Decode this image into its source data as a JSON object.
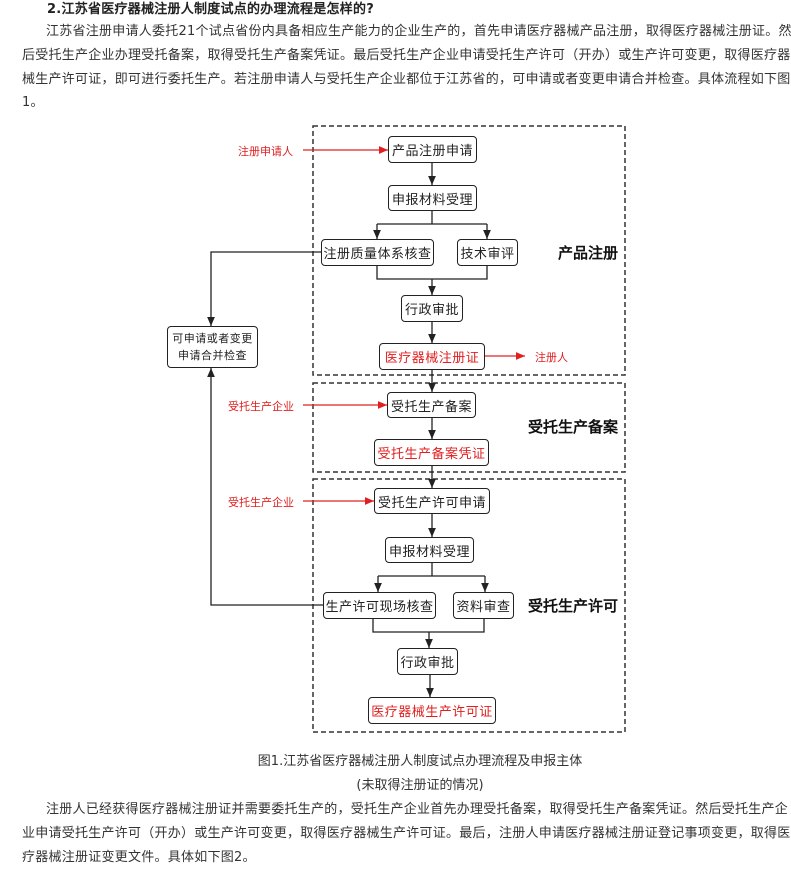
{
  "heading": "2.江苏省医疗器械注册人制度试点的办理流程是怎样的?",
  "intro_lines": [
    "江苏省注册申请人委托21个试点省份内具备相应生产能力的企业生产的，首先申请医疗器械产品注册，取得医疗器械注册证。然",
    "后受托生产企业办理受托备案，取得受托生产备案凭证。最后受托生产企业申请受托生产许可（开办）或生产许可变更，取得医疗器",
    "械生产许可证，即可进行委托生产。若注册申请人与受托生产企业都位于江苏省的，可申请或者变更申请合并检查。具体流程如下图",
    "1。"
  ],
  "diagram": {
    "actor_applicant": "注册申请人",
    "actor_registrant": "注册人",
    "actor_entrusted_1": "受托生产企业",
    "actor_entrusted_2": "受托生产企业",
    "combined_check": [
      "可申请或者变更",
      "申请合并检查"
    ],
    "section_product": {
      "title": "产品注册",
      "apply": "产品注册申请",
      "accept": "申报材料受理",
      "qms_check": "注册质量体系核查",
      "tech_review": "技术审评",
      "approve": "行政审批",
      "result": "医疗器械注册证"
    },
    "section_filing": {
      "title": "受托生产备案",
      "apply": "受托生产备案",
      "result": "受托生产备案凭证"
    },
    "section_license": {
      "title": "受托生产许可",
      "apply": "受托生产许可申请",
      "accept": "申报材料受理",
      "site_check": "生产许可现场核查",
      "doc_review": "资料审查",
      "approve": "行政审批",
      "result": "医疗器械生产许可证"
    },
    "colors": {
      "highlight": "#e02020",
      "line": "#222222"
    }
  },
  "caption": [
    "图1.江苏省医疗器械注册人制度试点办理流程及申报主体",
    "(未取得注册证的情况)"
  ],
  "outro_lines": [
    "注册人已经获得医疗器械注册证并需要委托生产的，受托生产企业首先办理受托备案，取得受托生产备案凭证。然后受托生产企",
    "业申请受托生产许可（开办）或生产许可变更，取得医疗器械生产许可证。最后，注册人申请医疗器械注册证登记事项变更，取得医",
    "疗器械注册证变更文件。具体如下图2。"
  ]
}
